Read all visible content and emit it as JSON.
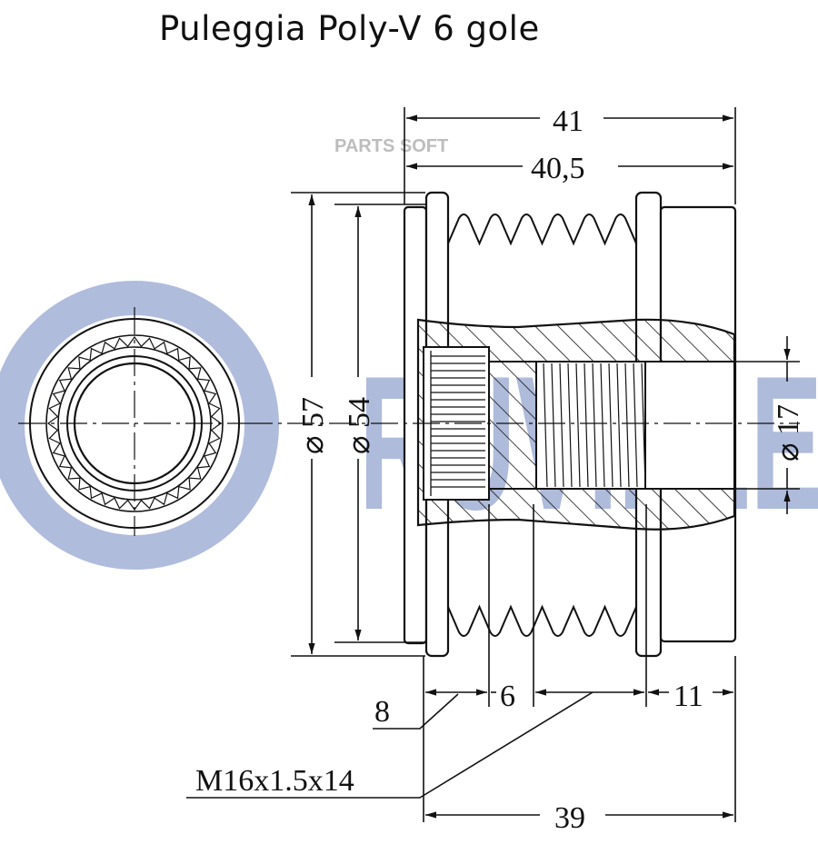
{
  "title": "Puleggia Poly-V 6 gole",
  "watermark_brand": "RUVILLE",
  "watermark_parts": "PARTS SOFT",
  "colors": {
    "watermark": "#1b3f9a",
    "line": "#111111",
    "background": "#ffffff"
  },
  "dimensions": {
    "overall_length": "41",
    "body_length": "40,5",
    "outer_diameter": "⌀ 57",
    "groove_diameter": "⌀ 54",
    "bore_diameter": "⌀ 17",
    "spline_depth": "8",
    "groove_pitch": "6",
    "rear_offset": "11",
    "thread": "M16x1.5x14",
    "base_length": "39"
  }
}
